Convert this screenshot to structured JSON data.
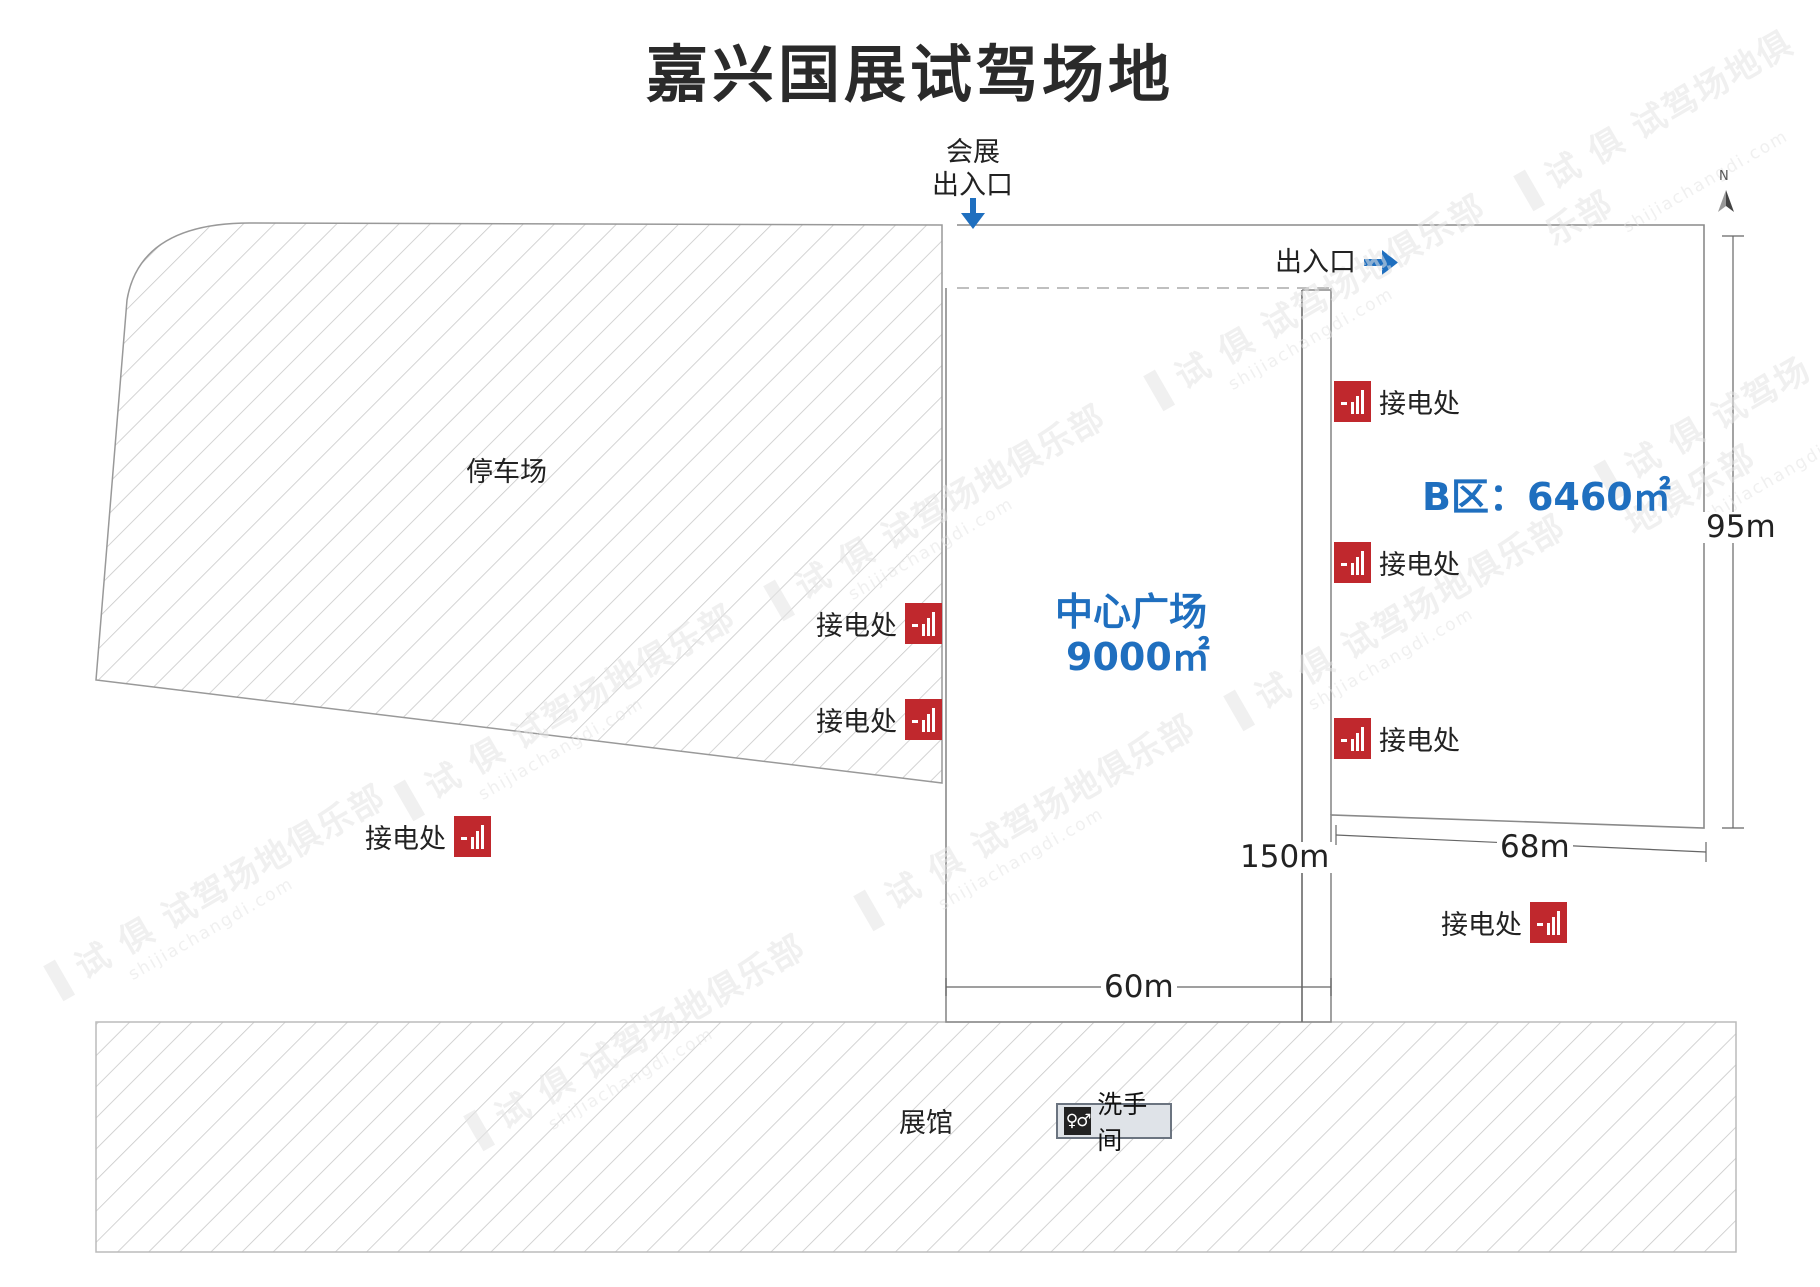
{
  "title": "嘉兴国展试驾场地",
  "entrances": {
    "main_line1": "会展",
    "main_line2": "出入口",
    "side": "出入口"
  },
  "zones": {
    "parking": "停车场",
    "exhibition_hall": "展馆",
    "center_plaza_name": "中心广场",
    "center_plaza_area": "9000㎡",
    "zone_b": "B区：6460㎡"
  },
  "dimensions": {
    "center_width": "60m",
    "center_length": "150m",
    "b_width": "68m",
    "b_length": "95m"
  },
  "power_points": [
    {
      "label": "接电处"
    },
    {
      "label": "接电处"
    },
    {
      "label": "接电处"
    },
    {
      "label": "接电处"
    },
    {
      "label": "接电处"
    },
    {
      "label": "接电处"
    },
    {
      "label": "接电处"
    }
  ],
  "restroom": "洗手间",
  "compass": "N",
  "watermark": {
    "text": "试驾场地俱乐部",
    "domain": "shijiachangdi.com",
    "logo": "试 俱"
  },
  "colors": {
    "accent_blue": "#1f6fbf",
    "power_red": "#c0282d"
  }
}
